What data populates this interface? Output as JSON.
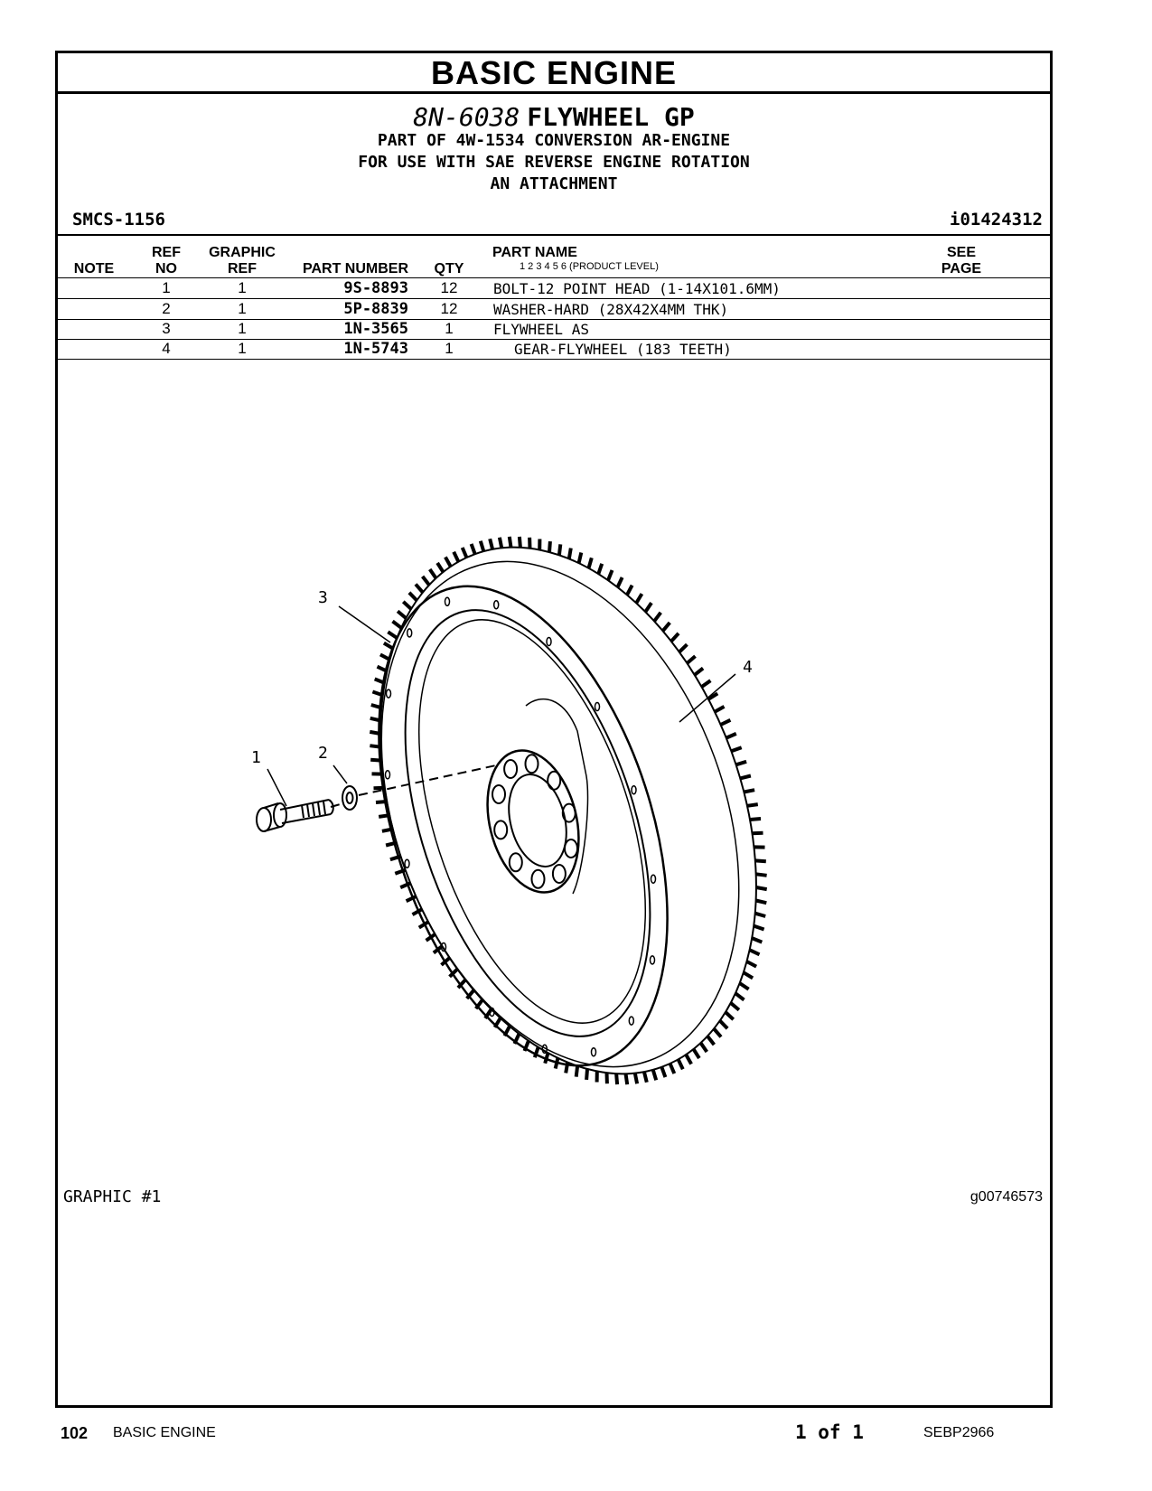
{
  "section_title": "BASIC ENGINE",
  "group": {
    "part_number": "8N-6038",
    "name": "FLYWHEEL GP",
    "lines": [
      "PART OF 4W-1534 CONVERSION AR-ENGINE",
      "FOR USE WITH SAE REVERSE ENGINE ROTATION",
      "AN ATTACHMENT"
    ]
  },
  "smcs": "SMCS-1156",
  "doc_id": "i01424312",
  "headers": {
    "note": "NOTE",
    "ref_no_1": "REF",
    "ref_no_2": "NO",
    "graphic_ref_1": "GRAPHIC",
    "graphic_ref_2": "REF",
    "part_number": "PART NUMBER",
    "qty": "QTY",
    "part_name": "PART NAME",
    "product_levels": "1   2   3   4   5   6   (PRODUCT LEVEL)",
    "see_page_1": "SEE",
    "see_page_2": "PAGE"
  },
  "parts": [
    {
      "ref_no": "1",
      "graphic_ref": "1",
      "part_number": "9S-8893",
      "qty": "12",
      "name": "BOLT-12 POINT HEAD (1-14X101.6MM)",
      "indent": 0
    },
    {
      "ref_no": "2",
      "graphic_ref": "1",
      "part_number": "5P-8839",
      "qty": "12",
      "name": "WASHER-HARD (28X42X4MM THK)",
      "indent": 0
    },
    {
      "ref_no": "3",
      "graphic_ref": "1",
      "part_number": "1N-3565",
      "qty": "1",
      "name": "FLYWHEEL AS",
      "indent": 0
    },
    {
      "ref_no": "4",
      "graphic_ref": "1",
      "part_number": "1N-5743",
      "qty": "1",
      "name": "GEAR-FLYWHEEL (183 TEETH)",
      "indent": 1
    }
  ],
  "callouts": [
    "1",
    "2",
    "3",
    "4"
  ],
  "graphic_label": "GRAPHIC #1",
  "graphic_id": "g00746573",
  "footer": {
    "page_number": "102",
    "section": "BASIC ENGINE",
    "page_of": "1 of 1",
    "publication": "SEBP2966"
  }
}
